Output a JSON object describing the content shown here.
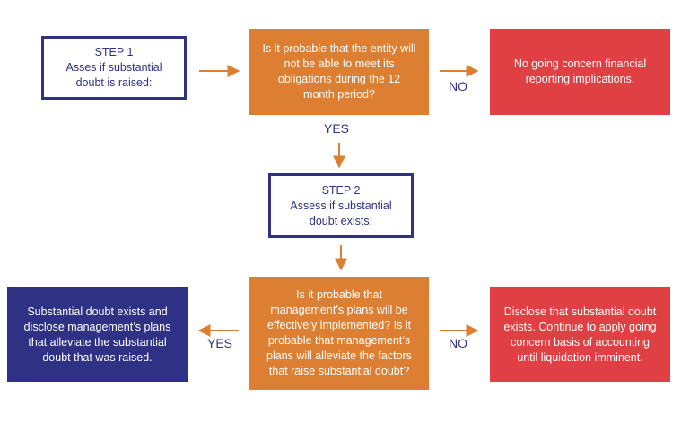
{
  "colors": {
    "navy": "#2E3184",
    "orange": "#DC7F33",
    "red": "#E03F43",
    "arrow": "#DC7F33"
  },
  "step1": {
    "text": "STEP 1\nAsses if substantial\ndoubt is raised:"
  },
  "question1": {
    "text": "Is it probable that the entity will\nnot be able to meet its\nobligations during the 12\nmonth period?"
  },
  "outcome_no1": {
    "text": "No going concern financial\nreporting implications."
  },
  "step2": {
    "text": "STEP 2\nAssess if substantial\ndoubt exists:"
  },
  "question2": {
    "text": "Is it probable that\nmanagement’s plans will be\neffectively implemented? Is it\nprobable that management’s\nplans will alleviate the factors\nthat raise substantial doubt?"
  },
  "outcome_yes2": {
    "text": "Substantial doubt exists and\ndisclose management’s plans\nthat alleviate the substantial\ndoubt that was raised."
  },
  "outcome_no2": {
    "text": "Disclose that substantial doubt\nexists. Continue to apply going\nconcern basis of accounting\nuntil liquidation imminent."
  },
  "labels": {
    "no1": "NO",
    "yes1": "YES",
    "yes2": "YES",
    "no2": "NO"
  }
}
